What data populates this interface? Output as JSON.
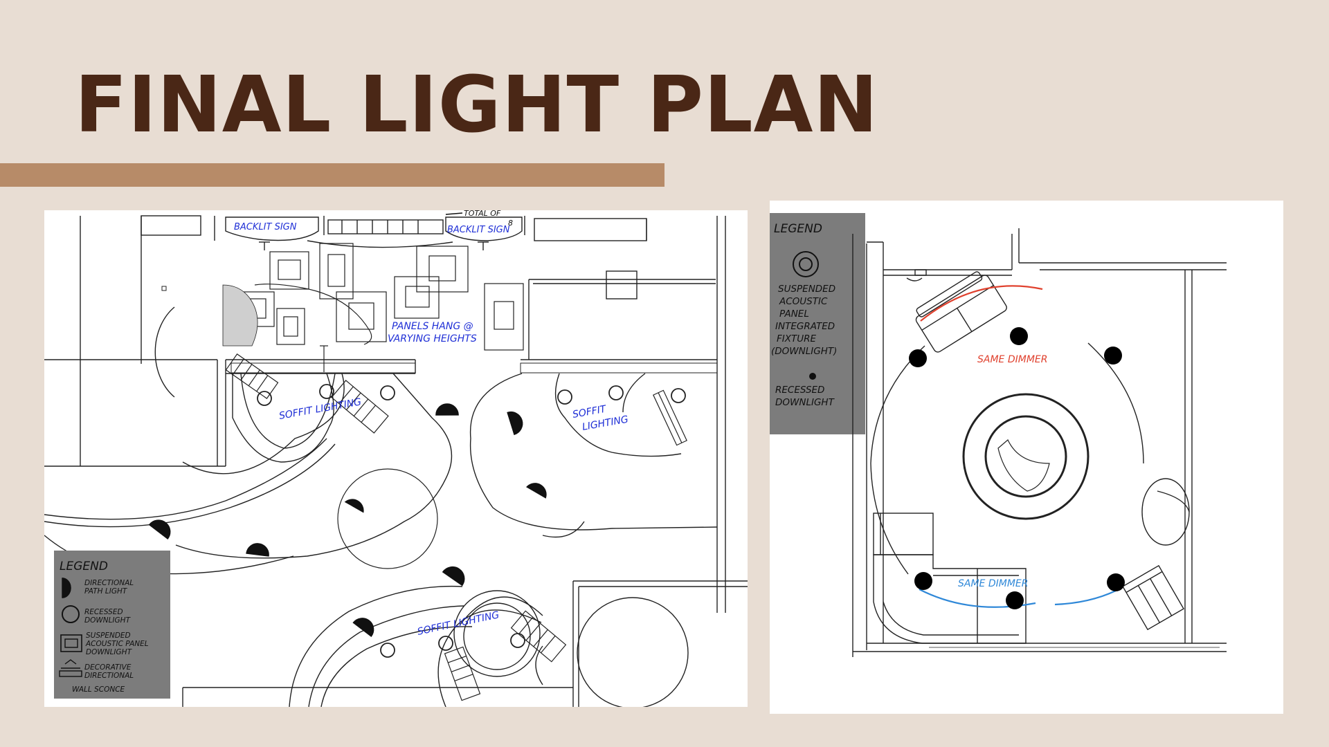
{
  "page": {
    "title": "FINAL LIGHT PLAN"
  },
  "colors": {
    "background": "#e8ddd3",
    "title": "#4a2716",
    "accent_bar": "#b78b68",
    "legend_box": "#7c7c7c",
    "annotation_blue": "#1f2fd6",
    "dimmer_red": "#e0412e",
    "dimmer_blue": "#2f88d8"
  },
  "left_plan": {
    "labels": {
      "backlit_sign_left": "BACKLIT SIGN",
      "backlit_sign_right": "BACKLIT SIGN",
      "total_of": "TOTAL OF",
      "total_count": "8",
      "panels_line1": "PANELS HANG @",
      "panels_line2": "VARYING HEIGHTS",
      "soffit_1": "SOFFIT LIGHTING",
      "soffit_2_line1": "SOFFIT",
      "soffit_2_line2": "LIGHTING",
      "soffit_3": "SOFFIT LIGHTING"
    },
    "legend": {
      "title": "LEGEND",
      "items": [
        {
          "icon": "directional-path-light-icon",
          "label_line1": "DIRECTIONAL",
          "label_line2": "PATH LIGHT",
          "label_line3": ""
        },
        {
          "icon": "recessed-downlight-icon",
          "label_line1": "RECESSED",
          "label_line2": "DOWNLIGHT",
          "label_line3": ""
        },
        {
          "icon": "acoustic-panel-downlight-icon",
          "label_line1": "SUSPENDED",
          "label_line2": "ACOUSTIC PANEL",
          "label_line3": "DOWNLIGHT"
        },
        {
          "icon": "wall-sconce-icon",
          "label_line1": "DECORATIVE",
          "label_line2": "DIRECTIONAL",
          "label_line3": "WALL SCONCE"
        }
      ]
    }
  },
  "right_plan": {
    "labels": {
      "same_dimmer_top": "SAME DIMMER",
      "same_dimmer_bottom": "SAME DIMMER"
    },
    "legend": {
      "title": "LEGEND",
      "item1_lines": [
        "SUSPENDED",
        "ACOUSTIC",
        "PANEL",
        "INTEGRATED",
        "FIXTURE",
        "(DOWNLIGHT)"
      ],
      "item2_lines": [
        "RECESSED",
        "DOWNLIGHT"
      ]
    }
  }
}
